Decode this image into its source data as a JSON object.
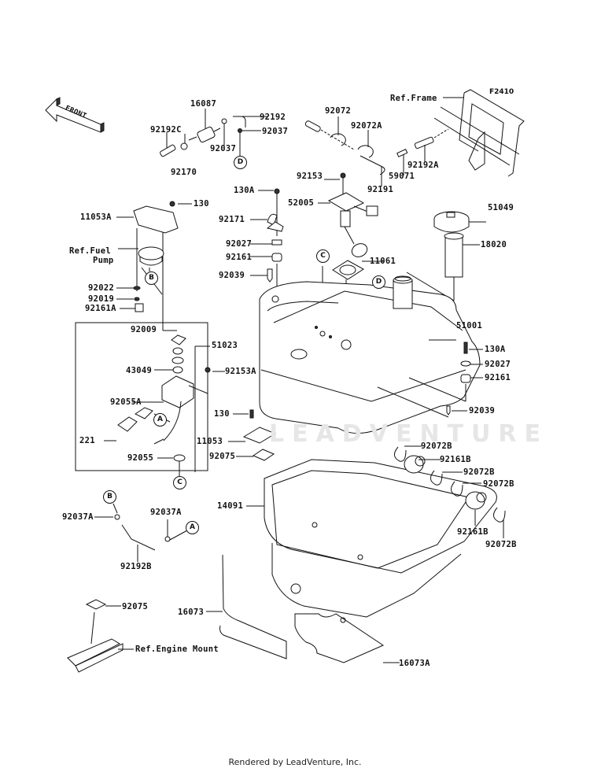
{
  "figure_code": "F2410",
  "front_arrow": "FRONT",
  "footer": "Rendered by LeadVenture, Inc.",
  "watermark": "LEADVENTURE",
  "callouts": {
    "A": "A",
    "B": "B",
    "C": "C",
    "D": "D"
  },
  "refs": {
    "frame": "Ref.Frame",
    "fuel_pump_line1": "Ref.Fuel",
    "fuel_pump_line2": "Pump",
    "engine_mount": "Ref.Engine Mount"
  },
  "parts": {
    "p16087": "16087",
    "p92192": "92192",
    "p92192C": "92192C",
    "p92037_a": "92037",
    "p92037_b": "92037",
    "p92170": "92170",
    "p92072": "92072",
    "p92072A": "92072A",
    "p92191": "92191",
    "p59071": "59071",
    "p92192A": "92192A",
    "p92153": "92153",
    "p52005": "52005",
    "p51049": "51049",
    "p130A_top": "130A",
    "p92171": "92171",
    "p92027_left": "92027",
    "p92161_left": "92161",
    "p92039_left": "92039",
    "p11061": "11061",
    "p18020": "18020",
    "p51001": "51001",
    "p130_top": "130",
    "p11053A": "11053A",
    "p92022": "92022",
    "p92019": "92019",
    "p92161A": "92161A",
    "p92009": "92009",
    "p51023": "51023",
    "p43049": "43049",
    "p92153A": "92153A",
    "p92055A": "92055A",
    "p221": "221",
    "p92055": "92055",
    "p130A_right": "130A",
    "p92027_right": "92027",
    "p92161_right": "92161",
    "p92039_right": "92039",
    "p130_mid": "130",
    "p11053": "11053",
    "p92075_mid": "92075",
    "p92072B_1": "92072B",
    "p92161B_1": "92161B",
    "p92072B_2": "92072B",
    "p92072B_3": "92072B",
    "p92161B_2": "92161B",
    "p92072B_4": "92072B",
    "p14091": "14091",
    "p92037A_left": "92037A",
    "p92037A_right": "92037A",
    "p92192B": "92192B",
    "p92075_low": "92075",
    "p16073": "16073",
    "p16073A": "16073A"
  }
}
